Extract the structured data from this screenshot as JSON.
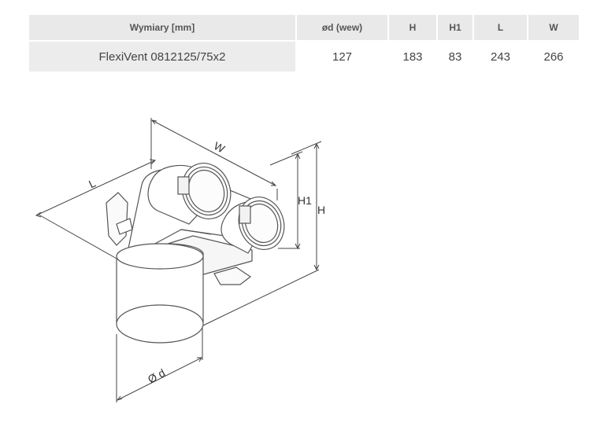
{
  "table": {
    "headers": [
      "Wymiary [mm]",
      "ød (wew)",
      "H",
      "H1",
      "L",
      "W"
    ],
    "rows": [
      [
        "FlexiVent 0812125/75x2",
        "127",
        "183",
        "83",
        "243",
        "266"
      ]
    ]
  },
  "diagram": {
    "labels": {
      "w": "W",
      "l": "L",
      "h1": "H1",
      "h": "H",
      "d": "Ø d"
    }
  }
}
